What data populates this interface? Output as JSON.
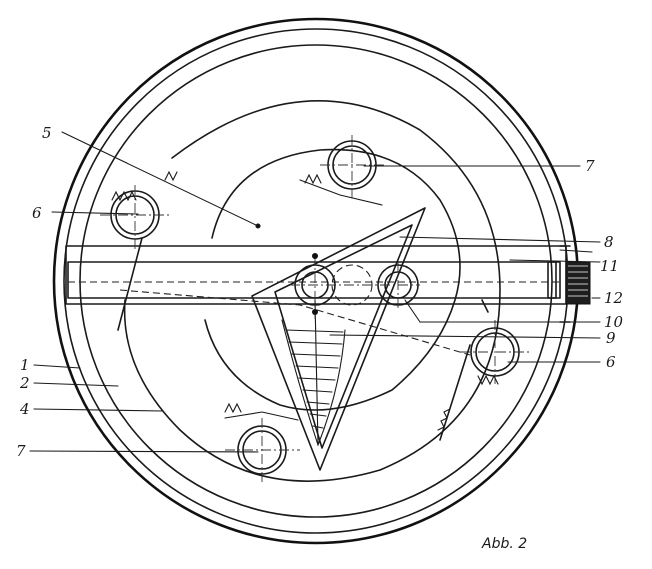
{
  "figure": {
    "caption": "Abb. 2",
    "labels": [
      {
        "id": "label-5",
        "text": "5"
      },
      {
        "id": "label-6a",
        "text": "6"
      },
      {
        "id": "label-7a",
        "text": "7"
      },
      {
        "id": "label-8",
        "text": "8"
      },
      {
        "id": "label-11",
        "text": "11"
      },
      {
        "id": "label-12",
        "text": "12"
      },
      {
        "id": "label-10",
        "text": "10"
      },
      {
        "id": "label-9",
        "text": "9"
      },
      {
        "id": "label-6b",
        "text": "6"
      },
      {
        "id": "label-1",
        "text": "1"
      },
      {
        "id": "label-2",
        "text": "2"
      },
      {
        "id": "label-4",
        "text": "4"
      },
      {
        "id": "label-7b",
        "text": "7"
      }
    ]
  },
  "colors": {
    "ink": "#1a1a1a",
    "paper": "#ffffff"
  }
}
